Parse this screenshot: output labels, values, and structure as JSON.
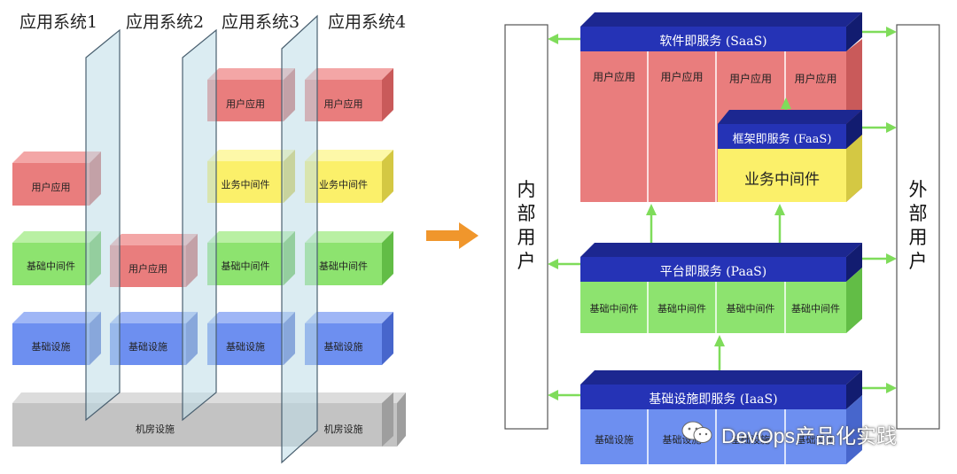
{
  "left": {
    "systems": [
      "应用系统1",
      "应用系统2",
      "应用系统3",
      "应用系统4"
    ],
    "user_app": "用户应用",
    "biz_mw": "业务中间件",
    "base_mw": "基础中间件",
    "infra": "基础设施",
    "datacenter": "机房设施"
  },
  "right": {
    "saas": "软件即服务 (SaaS)",
    "faas": "框架即服务 (FaaS)",
    "paas": "平台即服务 (PaaS)",
    "iaas": "基础设施即服务 (IaaS)",
    "user_app": "用户应用",
    "biz_mw": "业务中间件",
    "base_mw": "基础中间件",
    "infra": "基础设施",
    "internal_users": "内部用户",
    "external_users": "外部用户"
  },
  "watermark": "DevOps产品化实践",
  "colors": {
    "red": "#e97d7d",
    "yellow": "#fbf06a",
    "green": "#8de36f",
    "blue": "#6d8ff0",
    "gray": "#c3c3c3",
    "navy": "#2533b6",
    "arrow_green": "#7fdc5a",
    "arrow_orange": "#f0962c"
  }
}
